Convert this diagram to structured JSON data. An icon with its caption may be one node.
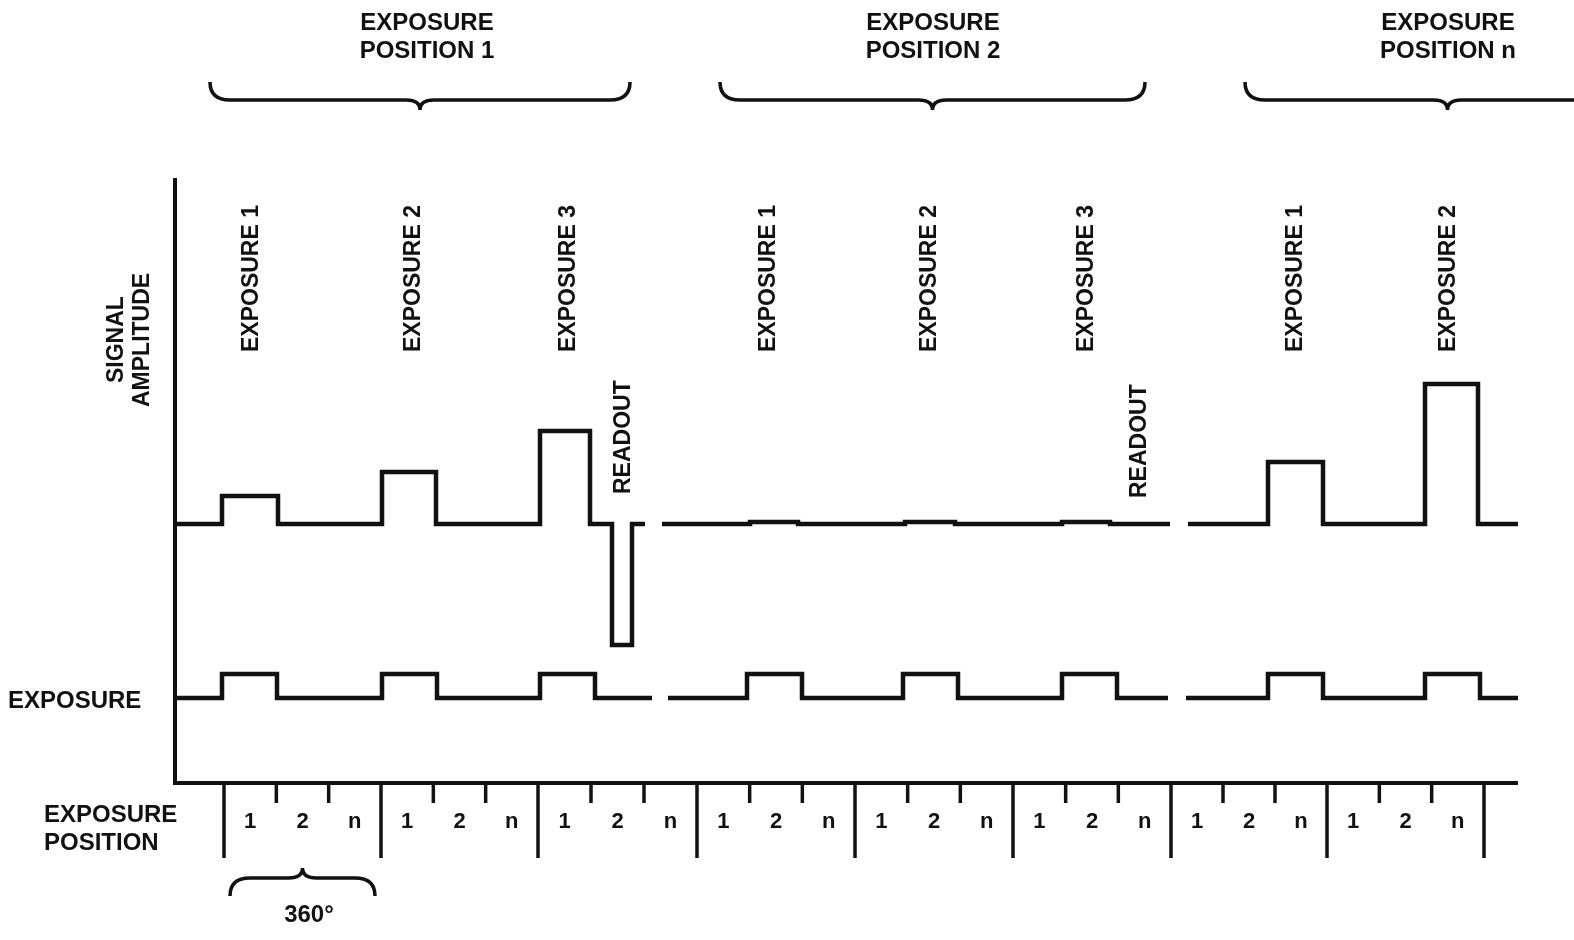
{
  "diagram": {
    "labels": [
      "EXPOSURE POSITION 1",
      "EXPOSURE POSITION 2",
      "EXPOSURE POSITION n",
      "SIGNAL AMPLITUDE",
      "EXPOSURE 1",
      "EXPOSURE 2",
      "EXPOSURE 3",
      "READOUT",
      "EXPOSURE 1",
      "EXPOSURE 2",
      "EXPOSURE 3",
      "READOUT",
      "EXPOSURE 1",
      "EXPOSURE 2",
      "EXPOSURE",
      "EXPOSURE POSITION",
      "1",
      "2",
      "n",
      "1",
      "2",
      "n",
      "1",
      "2",
      "n",
      "1",
      "2",
      "n",
      "1",
      "2",
      "n",
      "1",
      "2",
      "n",
      "1",
      "2",
      "n",
      "1",
      "2",
      "n",
      "360°"
    ]
  }
}
